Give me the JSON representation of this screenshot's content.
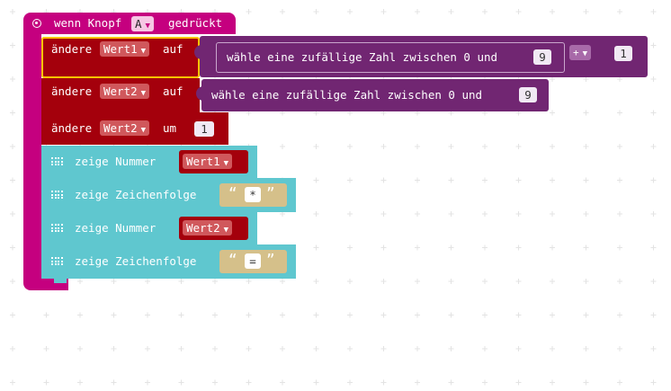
{
  "event": {
    "prefix": "wenn Knopf",
    "button_value": "A",
    "suffix": "gedrückt"
  },
  "block1": {
    "label": "ändere",
    "var": "Wert1",
    "op": "auf",
    "random_label": "wähle eine zufällige Zahl zwischen 0 und",
    "random_max": "9",
    "math_op": "+",
    "addend": "1"
  },
  "block2": {
    "label": "ändere",
    "var": "Wert2",
    "op": "auf",
    "random_label": "wähle eine zufällige Zahl zwischen 0 und",
    "random_max": "9"
  },
  "block3": {
    "label": "ändere",
    "var": "Wert2",
    "op": "um",
    "amount": "1"
  },
  "block4": {
    "label": "zeige Nummer",
    "var": "Wert1"
  },
  "block5": {
    "label": "zeige Zeichenfolge",
    "string": "*"
  },
  "block6": {
    "label": "zeige Nummer",
    "var": "Wert2"
  },
  "block7": {
    "label": "zeige Zeichenfolge",
    "string": "="
  },
  "icons": {
    "event": "radio-dot-icon",
    "led": "led-grid-icon",
    "dropdown": "triangle-down-icon"
  },
  "colors": {
    "event": "#c5007f",
    "variables": "#a4000c",
    "math": "#712672",
    "basic": "#5fc7cf",
    "text": "#d5c08a",
    "selected": "#ffc300"
  }
}
